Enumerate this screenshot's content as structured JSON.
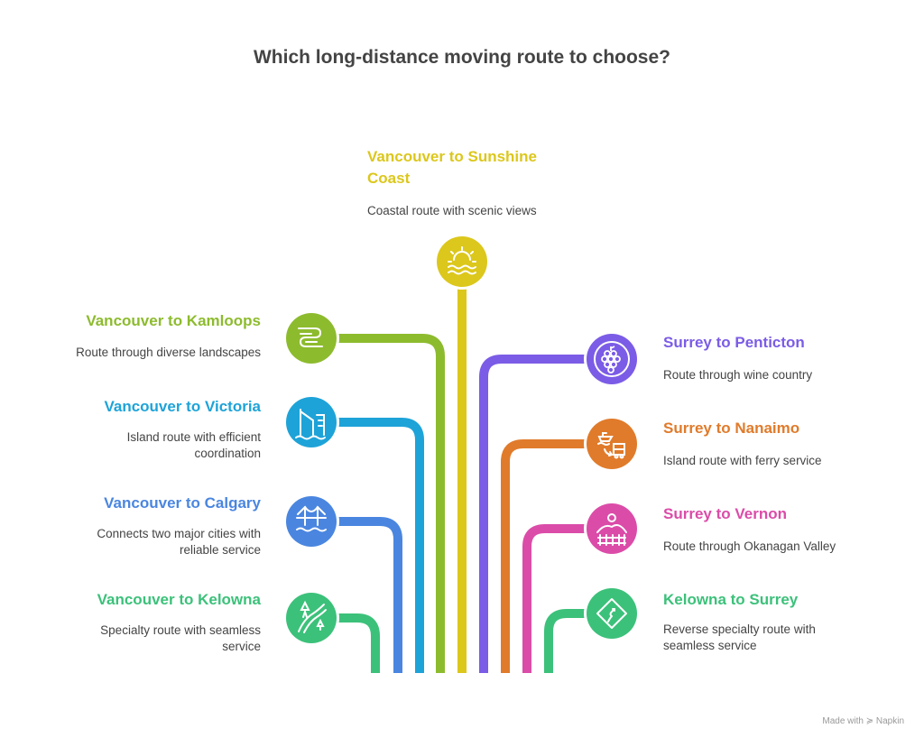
{
  "title": "Which long-distance moving route to choose?",
  "routes": {
    "sunshine": {
      "title": "Vancouver to Sunshine Coast",
      "description": "Coastal route with scenic views",
      "icon": "sun-over-waves-icon",
      "color": "#DCC71C"
    },
    "kamloops": {
      "title": "Vancouver to Kamloops",
      "description": "Route through diverse landscapes",
      "icon": "winding-road-icon",
      "color": "#8DBB2E"
    },
    "victoria": {
      "title": "Vancouver to Victoria",
      "description": "Island route with efficient coordination",
      "icon": "harbor-crane-icon",
      "color": "#1EA3D8"
    },
    "calgary": {
      "title": "Vancouver to Calgary",
      "description": "Connects two major cities with reliable service",
      "icon": "bridge-icon",
      "color": "#4A86E0"
    },
    "kelowna": {
      "title": "Vancouver to Kelowna",
      "description": "Specialty route with seamless service",
      "icon": "forest-road-icon",
      "color": "#3CC17A"
    },
    "penticton": {
      "title": "Surrey to Penticton",
      "description": "Route through wine country",
      "icon": "grapes-icon",
      "color": "#7B5CE6"
    },
    "nanaimo": {
      "title": "Surrey to Nanaimo",
      "description": "Island route with ferry service",
      "icon": "ferry-truck-icon",
      "color": "#E07B2B"
    },
    "vernon": {
      "title": "Surrey to Vernon",
      "description": "Route through Okanagan Valley",
      "icon": "valley-fence-icon",
      "color": "#DB4CA8"
    },
    "kelowna_surrey": {
      "title": "Kelowna to Surrey",
      "description": "Reverse specialty route with seamless service",
      "icon": "road-sign-icon",
      "color": "#3CC17A"
    }
  },
  "credit": "Made with ≽ Napkin"
}
